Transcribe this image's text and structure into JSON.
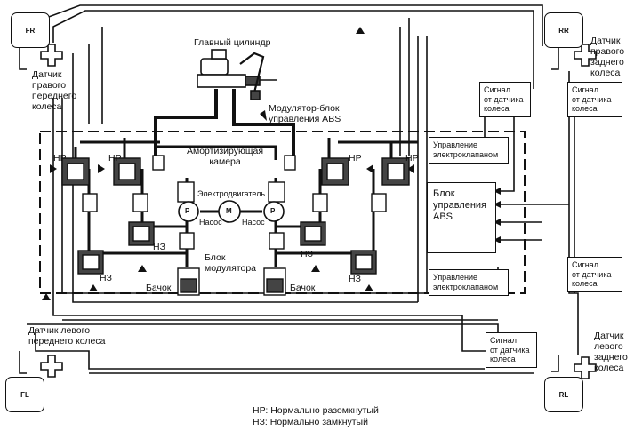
{
  "wheels": {
    "fr": "FR",
    "rr": "RR",
    "fl": "FL",
    "rl": "RL"
  },
  "labels": {
    "master_cylinder": "Главный цилиндр",
    "modulator_ecu": "Модулятор-блок\nуправления ABS",
    "damping_chamber": "Амортизирующая\nкамера",
    "motor": "Электродвигатель",
    "pump_left": "Насос",
    "pump_right": "Насос",
    "modulator_block": "Блок\nмодулятора",
    "reservoir_left": "Бачок",
    "reservoir_right": "Бачок",
    "motor_symbol": "M",
    "pump_symbol_left": "P",
    "pump_symbol_right": "P",
    "no_1": "НР",
    "no_2": "НР",
    "no_3": "НР",
    "no_4": "НР",
    "nc_1": "НЗ",
    "nc_2": "НЗ",
    "nc_3": "НЗ",
    "nc_4": "НЗ",
    "sensor_fr": "Датчик\nправого\nпереднего\nколеса",
    "sensor_rr": "Датчик\nправого\nзаднего\nколеса",
    "sensor_fl": "Датчик левого\nпереднего колеса",
    "sensor_rl": "Датчик\nлевого\nзаднего\nколеса"
  },
  "boxes": {
    "signal_top_left": "Сигнал\nот датчика\nколеса",
    "signal_top_right": "Сигнал\nот датчика\nколеса",
    "signal_mid_right": "Сигнал\nот датчика\nколеса",
    "signal_bottom": "Сигнал\nот датчика\nколеса",
    "valve_control_top": "Управление\nэлектроклапаном",
    "valve_control_bottom": "Управление\nэлектроклапаном",
    "abs_unit": "Блок\nуправления\nABS"
  },
  "legend": {
    "no": "НР: Нормально разомкнутый",
    "nc": "НЗ: Нормально замкнутый"
  }
}
